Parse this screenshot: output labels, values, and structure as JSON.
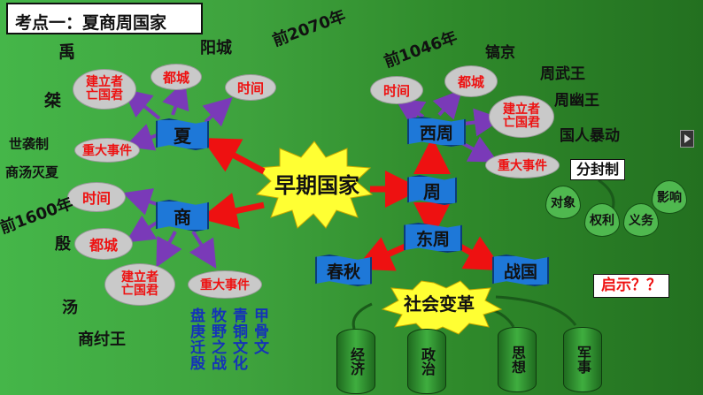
{
  "title": "考点一：夏商周国家",
  "center": "早期国家",
  "xia": {
    "label": "夏",
    "founder_label": "建立者亡国君",
    "capital_label": "都城",
    "time_label": "时间",
    "events_label": "重大事件",
    "founder_value1": "禹",
    "founder_value2": "桀",
    "capital_value": "阳城",
    "time_value": "前2070年",
    "event1": "世袭制",
    "event2": "商汤灭夏"
  },
  "shang": {
    "label": "商",
    "time_label": "时间",
    "capital_label": "都城",
    "founder_label": "建立者亡国君",
    "events_label": "重大事件",
    "time_value": "前1600年",
    "capital_value": "殷",
    "founder_value1": "汤",
    "founder_value2": "商纣王",
    "events": [
      "盘庚迁殷",
      "牧野之战",
      "青铜文化",
      "甲骨文"
    ]
  },
  "zhou": {
    "label": "周",
    "west_label": "西周",
    "east_label": "东周",
    "time_label": "时间",
    "capital_label": "都城",
    "founder_label": "建立者亡国君",
    "events_label": "重大事件",
    "time_value": "前1046年",
    "capital_value": "镐京",
    "founder_value1": "周武王",
    "founder_value2": "周幽王",
    "event_value": "国人暴动",
    "fengjian": "分封制",
    "fengjian_parts": [
      "对象",
      "权利",
      "义务",
      "影响"
    ],
    "spring": "春秋",
    "warring": "战国",
    "change": "社会变革",
    "change_parts": [
      "经济",
      "政治",
      "思想",
      "军事"
    ]
  },
  "enlightenment": "启示？？",
  "colors": {
    "arrow_red": "#e11",
    "arrow_purple": "#7a3ab8",
    "flag_blue": "#1e78d8",
    "burst_yellow": "#ffff33"
  }
}
